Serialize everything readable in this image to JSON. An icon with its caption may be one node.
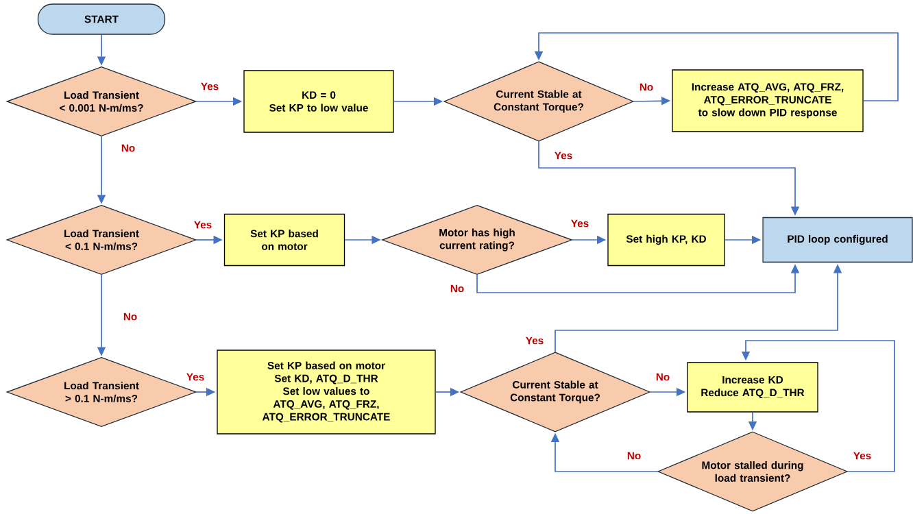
{
  "diagram": {
    "nodes": [
      {
        "text": [
          "START"
        ]
      },
      {
        "text": [
          "Load Transient < 0.001 N-m/ms?"
        ]
      },
      {
        "text": [
          "KD = 0",
          "Set KP to low value"
        ]
      },
      {
        "text": [
          "Current Stable at Constant Torque?"
        ]
      },
      {
        "text": [
          "Increase ATQ_AVG, ATQ_FRZ, ATQ_ERROR_TRUNCATE to slow down PID response"
        ]
      },
      {
        "text": [
          "Load Transient < 0.1 N-m/ms?"
        ]
      },
      {
        "text": [
          "Set KP based on motor"
        ]
      },
      {
        "text": [
          "Motor has high current rating?"
        ]
      },
      {
        "text": [
          "Set high KP, KD"
        ]
      },
      {
        "text": [
          "PID loop configured"
        ]
      },
      {
        "text": [
          "Load Transient > 0.1 N-m/ms?"
        ]
      },
      {
        "text": [
          "Set KP based on motor",
          "Set KD, ATQ_D_THR",
          "Set low values to ATQ_AVG, ATQ_FRZ, ATQ_ERROR_TRUNCATE"
        ]
      },
      {
        "text": [
          "Current Stable at Constant Torque?"
        ]
      },
      {
        "text": [
          "Increase KD",
          "Reduce ATQ_D_THR"
        ]
      },
      {
        "text": [
          "Motor stalled during load transient?"
        ]
      }
    ],
    "edges": [
      {
        "from": 0,
        "to": 1,
        "arrow": "to"
      },
      {
        "from": 1,
        "to": 2,
        "arrow": "to",
        "label": "Yes"
      },
      {
        "from": 1,
        "to": 5,
        "arrow": "to",
        "label": "No"
      },
      {
        "from": 2,
        "to": 3,
        "arrow": "to"
      },
      {
        "from": 3,
        "to": 4,
        "arrow": "to",
        "label": "No"
      },
      {
        "from": 4,
        "to": 3,
        "arrow": "to"
      },
      {
        "from": 3,
        "to": 9,
        "arrow": "to",
        "label": "Yes"
      },
      {
        "from": 5,
        "to": 6,
        "arrow": "to",
        "label": "Yes"
      },
      {
        "from": 5,
        "to": 10,
        "arrow": "to",
        "label": "No"
      },
      {
        "from": 6,
        "to": 7,
        "arrow": "to"
      },
      {
        "from": 7,
        "to": 8,
        "arrow": "to",
        "label": "Yes"
      },
      {
        "from": 8,
        "to": 9,
        "arrow": "to"
      },
      {
        "from": 7,
        "to": 9,
        "arrow": "to",
        "label": "No"
      },
      {
        "from": 10,
        "to": 11,
        "arrow": "to",
        "label": "Yes"
      },
      {
        "from": 11,
        "to": 12,
        "arrow": "to"
      },
      {
        "from": 12,
        "to": 13,
        "arrow": "to",
        "label": "No"
      },
      {
        "from": 12,
        "to": 9,
        "arrow": "to",
        "label": "Yes"
      },
      {
        "from": 13,
        "to": 14,
        "arrow": "to"
      },
      {
        "from": 14,
        "to": 12,
        "arrow": "to",
        "label": "No"
      },
      {
        "from": 14,
        "to": 13,
        "arrow": "to",
        "label": "Yes"
      }
    ]
  }
}
